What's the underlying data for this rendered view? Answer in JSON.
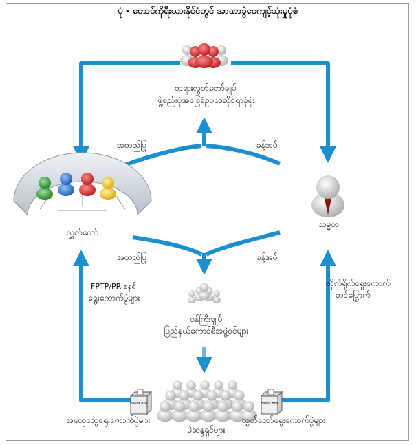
{
  "title": "ပုံ - တောင်ကိုရီးယားနိုင်ငံတွင် အာဏာခွဲဝေကျင့်သုံးမှုပုံစံ",
  "nodes": {
    "judiciary": {
      "line1": "တရားလွှတ်တော်ချုပ်၊",
      "line2": "ဖွဲ့စည်းပုံအခြေခံဥပဒေဆိုင်ရာခုံရုံး"
    },
    "legislature": {
      "label": "လွှတ်တော်"
    },
    "president": {
      "label": "သမ္မတ"
    },
    "cabinet": {
      "line1": "ဝန်ကြီးချုပ်",
      "line2": "ပြည်နယ်ကောင်စီအဖွဲ့ဝင်များ"
    },
    "voters": {
      "label": "မဲဆန္ဒရှင်များ"
    }
  },
  "edges": {
    "approve_top": "အတည်ပြု",
    "appoint_top": "ခန့်အပ်",
    "approve_mid": "အတည်ပြု",
    "appoint_mid": "ခန့်အပ်",
    "fptp_line1": "FPTP/PR စနစ်",
    "fptp_line2": "ရွေးကောက်ပွဲများ",
    "direct_line1": "တိုက်ရိုက်ရွေးကောက်",
    "direct_line2": "တင်မြှောက်",
    "general_election": "အထွေထွေရွေးကောက်ပွဲများ",
    "parliament_election": "လွှတ်တော်ရွေးကောက်ပွဲများ"
  },
  "ballot_box_text": "Ballot Box",
  "colors": {
    "arrow": "#1b8fd0",
    "person_red": "#d8262a",
    "person_blue": "#1f6fc4",
    "person_green": "#2e9a2e",
    "person_yellow": "#f0c419",
    "person_grey": "#c9c9c9"
  }
}
